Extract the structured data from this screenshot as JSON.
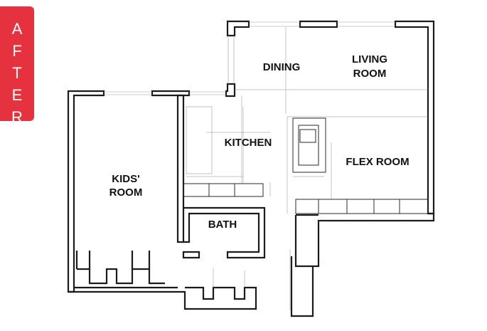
{
  "badge": {
    "label": "AFTER",
    "bg_color": "#e6323f"
  },
  "rooms": {
    "dining": "DINING",
    "living": "LIVING\nROOM",
    "kitchen": "KITCHEN",
    "flex": "FLEX ROOM",
    "kids": "KIDS'\nROOM",
    "bath": "BATH"
  }
}
